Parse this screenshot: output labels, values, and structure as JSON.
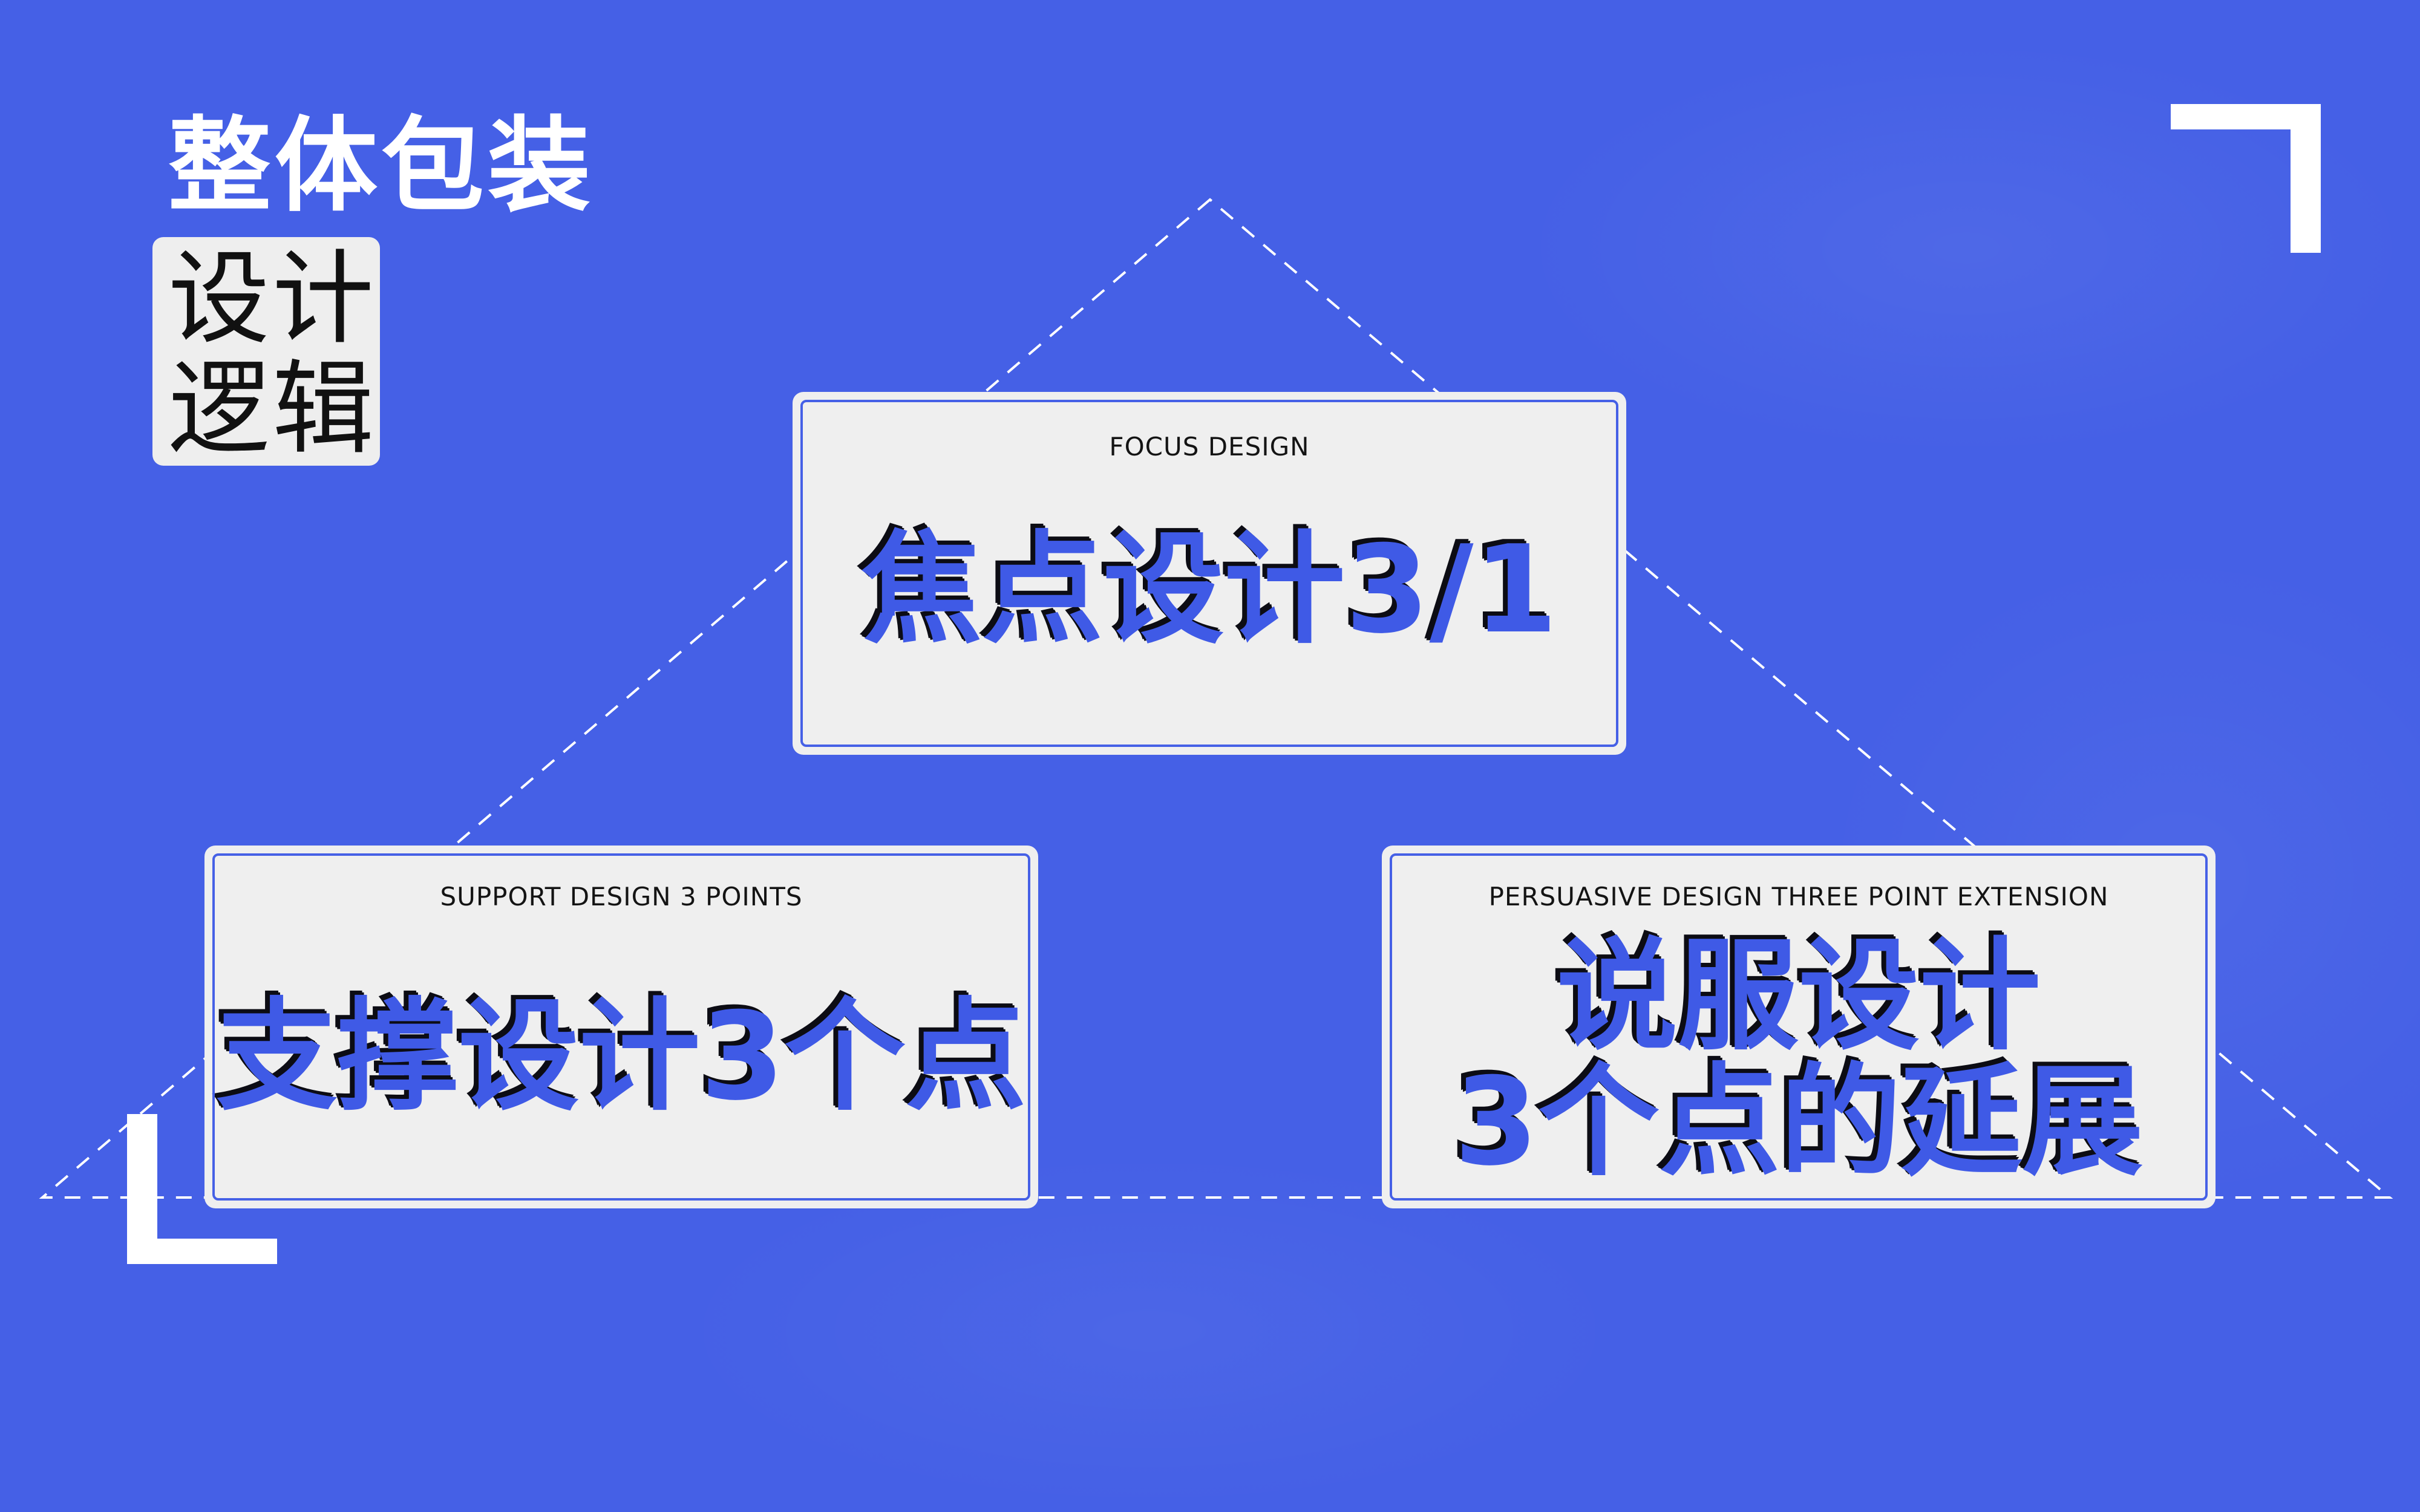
{
  "colors": {
    "background": "#4560e6",
    "card": "#efefef",
    "accent_text": "#3f5ae6",
    "shadow": "#0c0c14",
    "white": "#ffffff"
  },
  "title": {
    "line1": "整体包装",
    "line2": "设计",
    "line3": "逻辑"
  },
  "cards": {
    "focus": {
      "subtitle": "FOCUS DESIGN",
      "main": "焦点设计3/1"
    },
    "support": {
      "subtitle": "SUPPORT DESIGN 3 POINTS",
      "main": "支撑设计3个点"
    },
    "persuasive": {
      "subtitle": "PERSUASIVE DESIGN THREE POINT EXTENSION",
      "main_line1": "说服设计",
      "main_line2": "3个点的延展"
    }
  }
}
